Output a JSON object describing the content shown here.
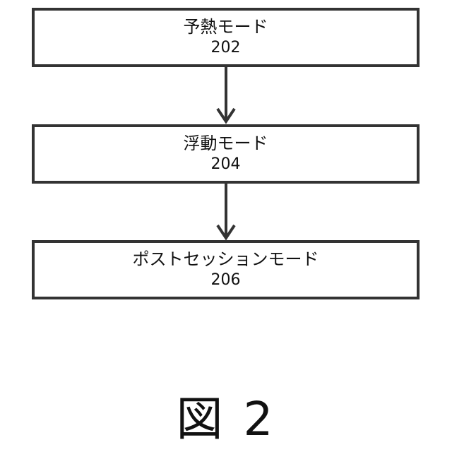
{
  "flow": {
    "steps": [
      {
        "label": "予熱モード",
        "ref": "202"
      },
      {
        "label": "浮動モード",
        "ref": "204"
      },
      {
        "label": "ポストセッションモード",
        "ref": "206"
      }
    ]
  },
  "figure": {
    "caption": "図 2"
  },
  "colors": {
    "line": "#333333",
    "text": "#111111",
    "background": "#ffffff"
  }
}
